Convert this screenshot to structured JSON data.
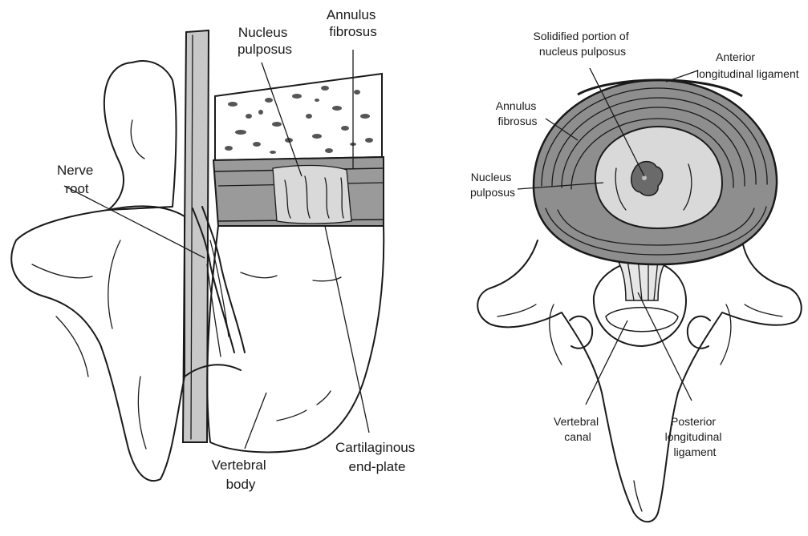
{
  "diagram": {
    "lateral_view": {
      "labels": {
        "nucleus_pulposus": [
          "Nucleus",
          "pulposus"
        ],
        "annulus_fibrosus": [
          "Annulus",
          "fibrosus"
        ],
        "nerve_root": [
          "Nerve",
          "root"
        ],
        "vertebral_body": [
          "Vertebral",
          "body"
        ],
        "cartilaginous_end_plate": [
          "Cartilaginous",
          "end-plate"
        ]
      }
    },
    "axial_view": {
      "labels": {
        "solidified_portion": [
          "Solidified portion of",
          "nucleus pulposus"
        ],
        "anterior_longitudinal_ligament": [
          "Anterior",
          "longitudinal ligament"
        ],
        "annulus_fibrosus": [
          "Annulus",
          "fibrosus"
        ],
        "nucleus_pulposus": [
          "Nucleus",
          "pulposus"
        ],
        "vertebral_canal": [
          "Vertebral",
          "canal"
        ],
        "posterior_longitudinal_ligament": [
          "Posterior",
          "longitudinal",
          "ligament"
        ]
      }
    },
    "colors": {
      "annulus_gray": "#8e8e8e",
      "nucleus_light": "#d9d9d9",
      "disc_band": "#9a9a9a",
      "ink": "#1a1a1a"
    }
  }
}
